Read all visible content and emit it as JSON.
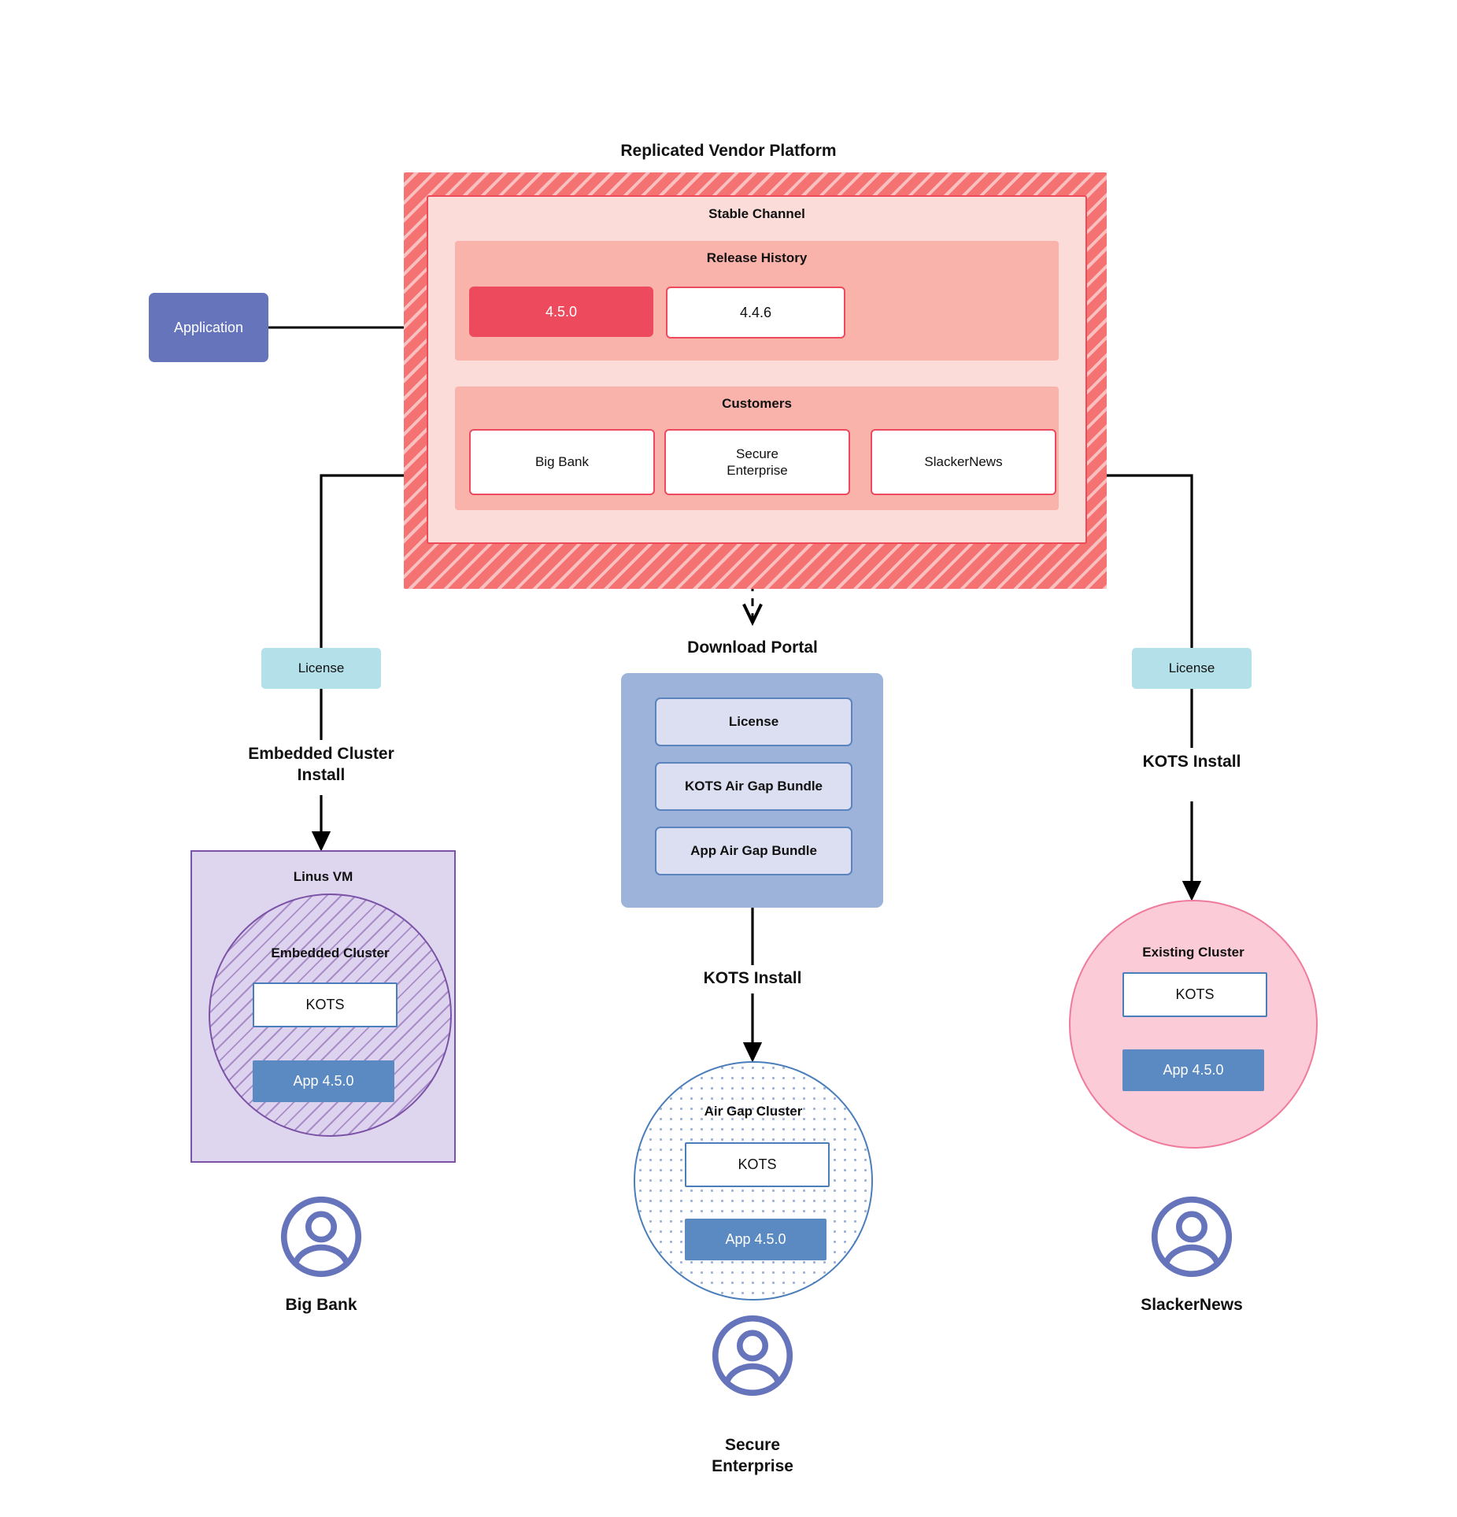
{
  "diagram": {
    "title": "Replicated Vendor Platform"
  },
  "application": {
    "label": "Application"
  },
  "vendor_platform": {
    "stable_channel": {
      "title": "Stable Channel"
    },
    "release_history": {
      "title": "Release History",
      "releases": [
        {
          "version": "4.5.0",
          "state": "current"
        },
        {
          "version": "4.4.6",
          "state": "prior"
        }
      ]
    },
    "customers": {
      "title": "Customers",
      "items": [
        {
          "name": "Big Bank"
        },
        {
          "name": "Secure\nEnterprise"
        },
        {
          "name": "SlackerNews"
        }
      ]
    }
  },
  "download_portal": {
    "title": "Download  Portal",
    "items": [
      {
        "label": "License"
      },
      {
        "label": "KOTS Air Gap Bundle"
      },
      {
        "label": "App Air Gap Bundle"
      }
    ]
  },
  "flows": {
    "left": {
      "license_label": "License",
      "install_label": "Embedded Cluster\nInstall"
    },
    "center": {
      "install_label": "KOTS Install"
    },
    "right": {
      "license_label": "License",
      "install_label": "KOTS Install"
    }
  },
  "targets": {
    "left": {
      "host_label": "Linus VM",
      "cluster_label": "Embedded Cluster",
      "kots_label": "KOTS",
      "app_label": "App 4.5.0",
      "persona": "Big Bank",
      "persona_icon": "user-avatar-icon"
    },
    "center": {
      "cluster_label": "Air Gap Cluster",
      "kots_label": "KOTS",
      "app_label": "App 4.5.0",
      "persona": "Secure\nEnterprise",
      "persona_icon": "user-avatar-icon"
    },
    "right": {
      "cluster_label": "Existing Cluster",
      "kots_label": "KOTS",
      "app_label": "App 4.5.0",
      "persona": "SlackerNews",
      "persona_icon": "user-avatar-icon"
    }
  },
  "colors": {
    "platform_hatch": "#f47272",
    "platform_border": "#ee4a5e",
    "channel_fill": "#fbdcd8",
    "group_fill": "#f9b3aa",
    "release_current": "#ee4a5e",
    "application": "#6675bb",
    "license": "#b3e0e9",
    "portal_outer": "#9db3d9",
    "portal_item": "#dcdff1",
    "vm_fill": "#ded6ef",
    "vm_border": "#7b52a6",
    "existing_cluster": "#fbcbd8",
    "existing_cluster_border": "#ef7b9c",
    "airgap_border": "#4a7ebb",
    "app_box": "#5b8ac2",
    "kots_border": "#4a7ebb",
    "connector": "#000000"
  }
}
